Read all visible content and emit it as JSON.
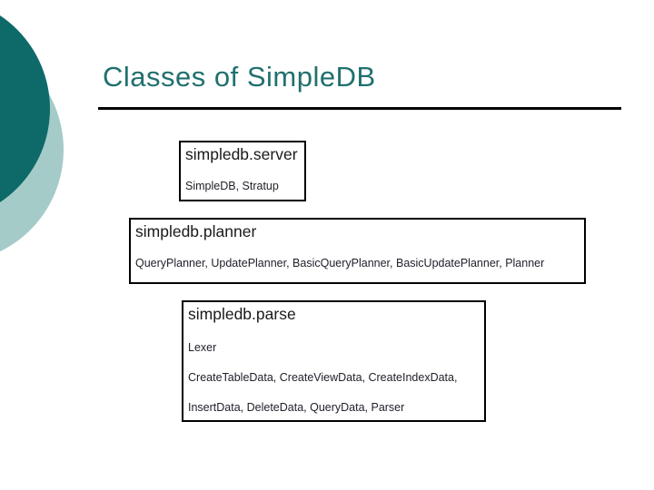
{
  "slide": {
    "title": "Classes of SimpleDB",
    "boxes": [
      {
        "title": "simpledb.server",
        "lines": [
          "SimpleDB, Stratup"
        ]
      },
      {
        "title": "simpledb.planner",
        "lines": [
          "QueryPlanner, UpdatePlanner, BasicQueryPlanner, BasicUpdatePlanner, Planner"
        ]
      },
      {
        "title": "simpledb.parse",
        "lines": [
          "Lexer",
          "CreateTableData, CreateViewData, CreateIndexData,",
          "InsertData, DeleteData, QueryData, Parser"
        ]
      }
    ],
    "colors": {
      "accent_dark_teal": "#0d6a69",
      "accent_light_teal": "#a5cbc9",
      "title_teal": "#20706e",
      "rule_black": "#000000"
    }
  }
}
